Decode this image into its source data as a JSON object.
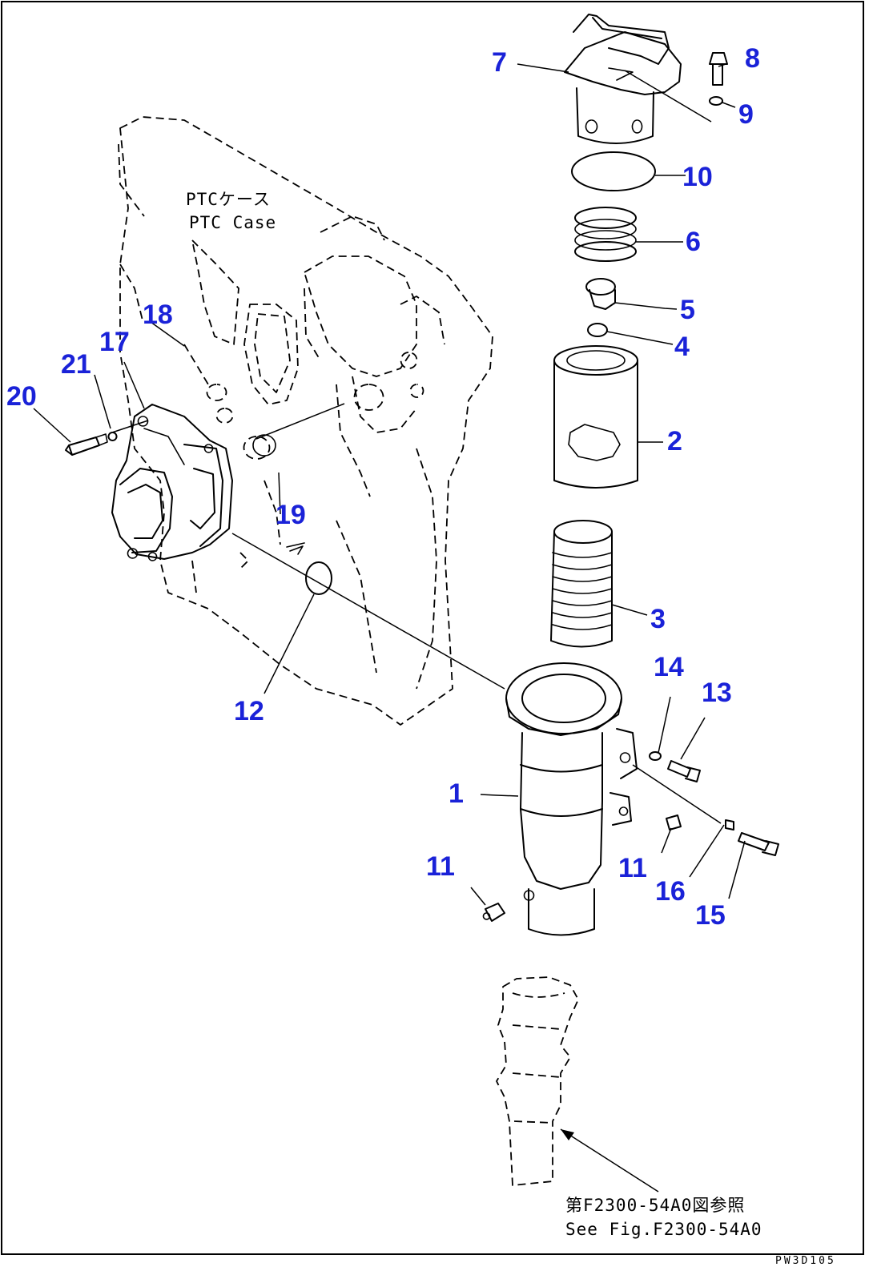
{
  "callouts": [
    {
      "id": "1",
      "label": "1"
    },
    {
      "id": "2",
      "label": "2"
    },
    {
      "id": "3",
      "label": "3"
    },
    {
      "id": "4",
      "label": "4"
    },
    {
      "id": "5",
      "label": "5"
    },
    {
      "id": "6",
      "label": "6"
    },
    {
      "id": "7",
      "label": "7"
    },
    {
      "id": "8",
      "label": "8"
    },
    {
      "id": "9",
      "label": "9"
    },
    {
      "id": "10",
      "label": "10"
    },
    {
      "id": "11a",
      "label": "11"
    },
    {
      "id": "11b",
      "label": "11"
    },
    {
      "id": "12",
      "label": "12"
    },
    {
      "id": "13",
      "label": "13"
    },
    {
      "id": "14",
      "label": "14"
    },
    {
      "id": "15",
      "label": "15"
    },
    {
      "id": "16",
      "label": "16"
    },
    {
      "id": "17",
      "label": "17"
    },
    {
      "id": "18",
      "label": "18"
    },
    {
      "id": "19",
      "label": "19"
    },
    {
      "id": "20",
      "label": "20"
    },
    {
      "id": "21",
      "label": "21"
    }
  ],
  "case_label": {
    "jp": "PTCケース",
    "en": "PTC Case"
  },
  "reference_note": {
    "jp": "第F2300-54A0図参照",
    "en": "See Fig.F2300-54A0"
  },
  "drawing_code": "PW3D105",
  "colors": {
    "callout": "#1a22d8",
    "line": "#000000",
    "background": "#ffffff"
  }
}
